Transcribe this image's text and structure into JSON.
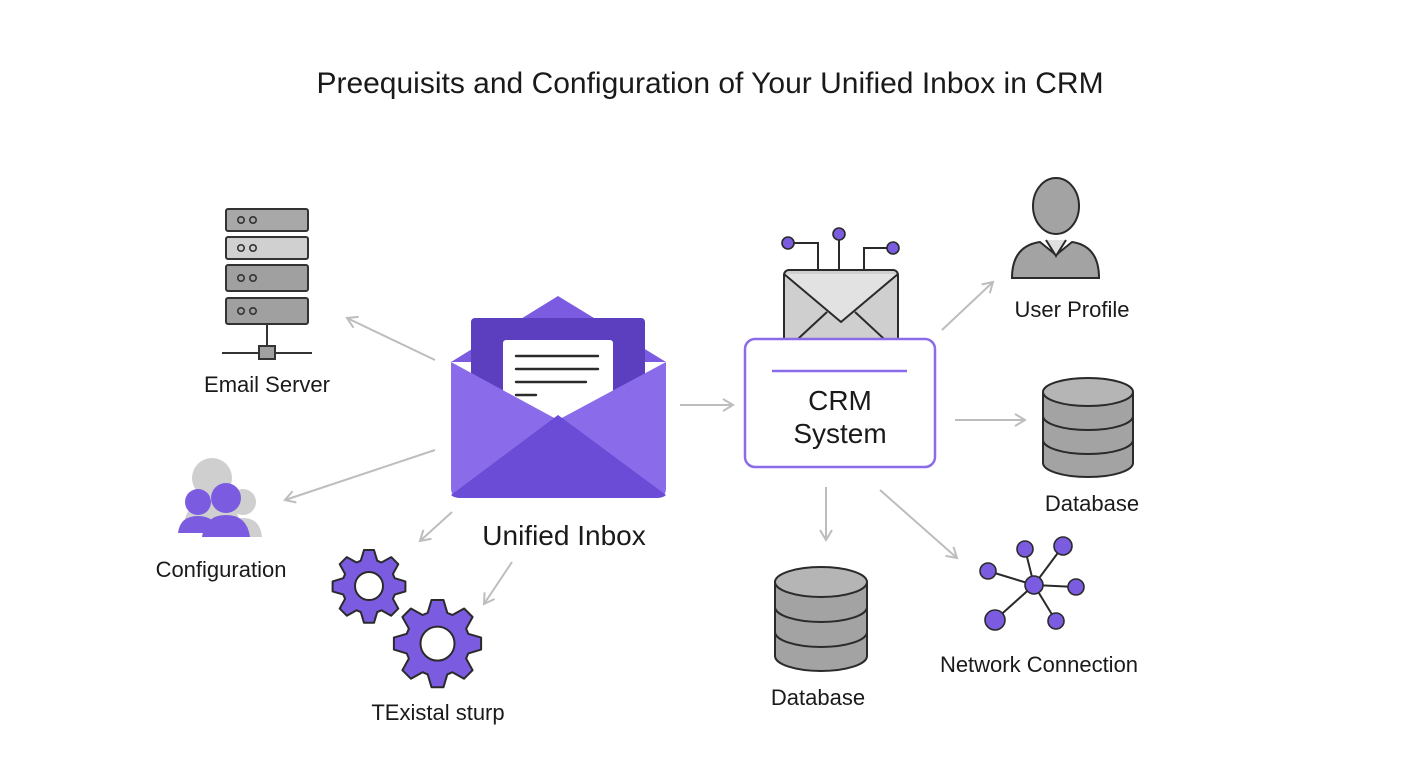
{
  "title": "Preequisits and Configuration of Your Unified Inbox in CRM",
  "nodes": {
    "email_server": "Email Server",
    "configuration": "Configuration",
    "setup": "TExistal sturp",
    "unified_inbox": "Unified Inbox",
    "crm_line1": "CRM",
    "crm_line2": "System",
    "user_profile": "User Profile",
    "database_right": "Database",
    "database_bottom": "Database",
    "network_connection": "Network Connection"
  },
  "colors": {
    "accent": "#7b5ce0",
    "accent_dark": "#5b3fbf",
    "gray": "#9a9a9a",
    "arrow": "#bdbdbd"
  },
  "icons": [
    "server-icon",
    "users-icon",
    "gears-icon",
    "open-envelope-icon",
    "envelope-icon",
    "user-icon",
    "database-icon",
    "network-icon"
  ]
}
